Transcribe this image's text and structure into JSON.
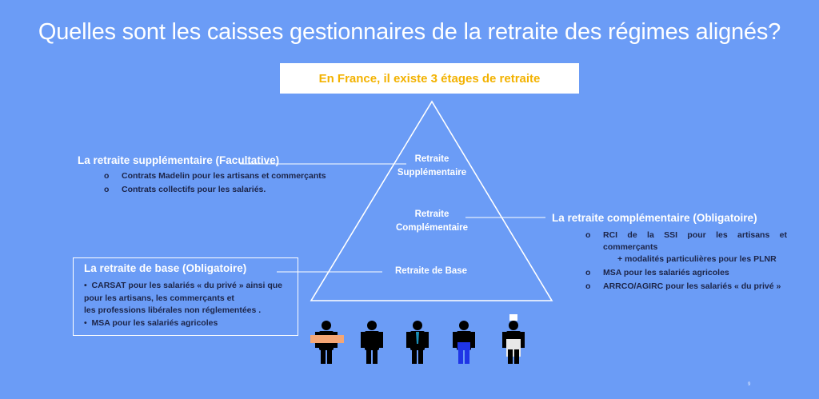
{
  "title": "Quelles sont les caisses gestionnaires de la retraite des régimes alignés?",
  "banner": "En France, il existe 3 étages de retraite",
  "pyramid": {
    "top": [
      "Retraite",
      "Supplémentaire"
    ],
    "middle": [
      "Retraite",
      "Complémentaire"
    ],
    "bottom": "Retraite de Base"
  },
  "supplementaire": {
    "heading": "La retraite supplémentaire (Facultative)",
    "bullet": "o",
    "items": [
      "Contrats Madelin pour les artisans et commerçants",
      "Contrats collectifs pour les salariés."
    ]
  },
  "complementaire": {
    "heading": "La retraite complémentaire (Obligatoire)",
    "bullet": "o",
    "item1_line1": "RCI de la SSI pour les artisans et",
    "item1_line2": "commerçants",
    "item1_line3": "+ modalités particulières pour les PLNR",
    "item2": "MSA pour les salariés agricoles",
    "item3": "ARRCO/AGIRC pour les salariés « du privé »"
  },
  "base": {
    "heading": "La retraite de base (Obligatoire)",
    "bullet": "•",
    "item1_line1": "CARSAT pour les salariés « du privé » ainsi que",
    "item1_line2": "pour les artisans, les commerçants  et",
    "item1_line3": "les professions libérales non réglementées .",
    "item2": "MSA pour les salariés agricoles"
  },
  "colors": {
    "background": "#6b9cf6",
    "banner_text": "#f3b200",
    "body_text": "#1c2447"
  },
  "figures": [
    "artisan-figure-icon",
    "merchant-figure-icon",
    "employee-figure-icon",
    "farmer-figure-icon",
    "chef-figure-icon"
  ],
  "page_number": "9"
}
